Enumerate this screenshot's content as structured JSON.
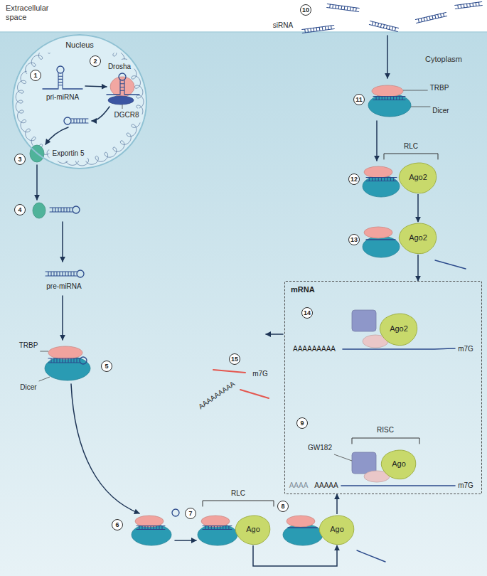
{
  "diagram": {
    "nodes": [
      {
        "text": [
          "Extracellular space"
        ]
      },
      {
        "text": [
          "Cytoplasm"
        ]
      },
      {
        "text": [
          "Nucleus"
        ],
        "in": 1
      },
      {
        "text": [
          "Ago"
        ],
        "in": 1
      },
      {
        "text": [
          "Ago"
        ],
        "in": 1
      },
      {
        "text": [
          "Ago2"
        ],
        "in": 1
      },
      {
        "text": [
          "Ago2"
        ],
        "in": 1
      },
      {
        "text": [
          "mRNA"
        ],
        "in": 1
      },
      {
        "text": [
          "Ago2"
        ],
        "in": 7
      },
      {
        "text": [
          "Ago"
        ],
        "in": 7
      }
    ],
    "edges": [
      {
        "from": 3,
        "to": 4,
        "arrow": "to"
      },
      {
        "from": 5,
        "to": 6,
        "arrow": "to"
      },
      {
        "from": 6,
        "to": 7,
        "arrow": "to"
      },
      {
        "from": 4,
        "to": 7,
        "arrow": "to"
      }
    ],
    "labels": [
      "10",
      "siRNA",
      "1",
      "pri-miRNA",
      "2",
      "Drosha",
      "DGCR8",
      "3",
      "Exportin 5",
      "4",
      "pre-miRNA",
      "TRBP",
      "Dicer",
      "5",
      "6",
      "7",
      "RLC",
      "8",
      "11",
      "TRBP",
      "Dicer",
      "12",
      "RLC",
      "13",
      "14",
      "AAAAAAAAA",
      "m7G",
      "15",
      "m7G",
      "AAAAAAAAA",
      "9",
      "RISC",
      "GW182",
      "AAAA",
      "AAAAA",
      "m7G"
    ]
  }
}
